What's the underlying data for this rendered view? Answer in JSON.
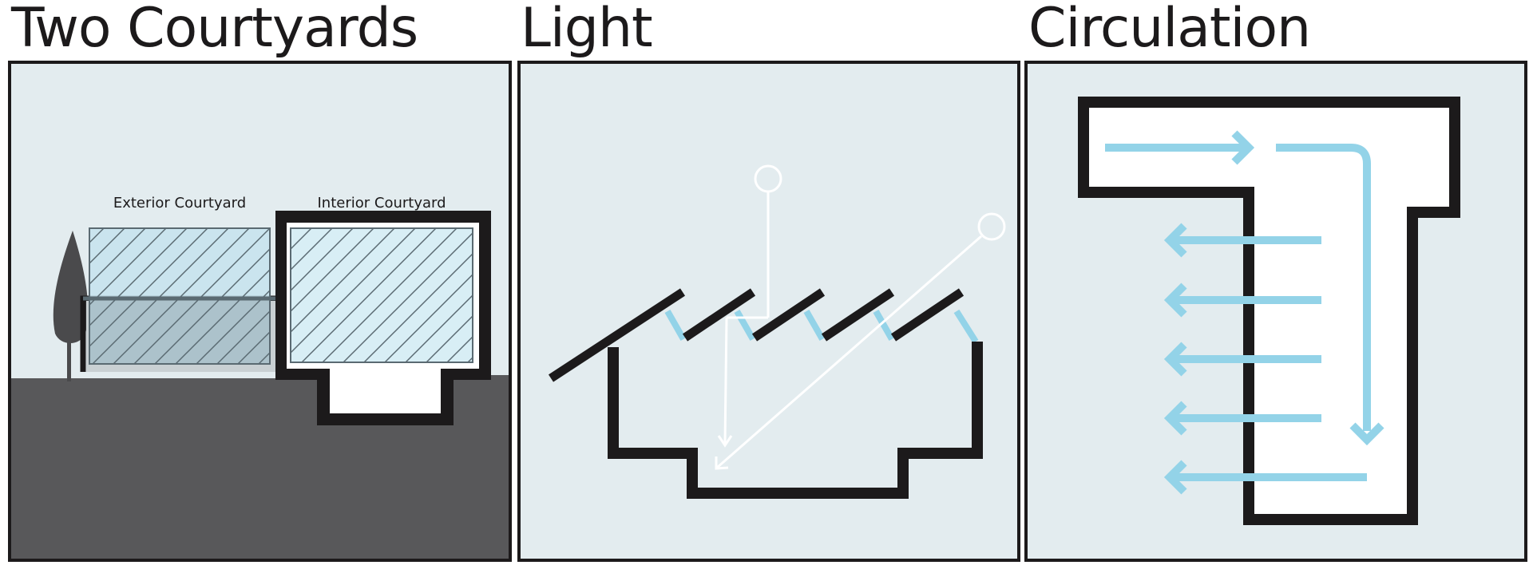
{
  "panels": [
    {
      "title": "Two Courtyards"
    },
    {
      "title": "Light"
    },
    {
      "title": "Circulation"
    }
  ],
  "labels": {
    "exterior_courtyard": "Exterior Courtyard",
    "interior_courtyard": "Interior Courtyard"
  },
  "colors": {
    "frame": "#1c1a1b",
    "panel_bg": "#e3ecef",
    "ground": "#58585a",
    "accent_blue": "#93d3e8",
    "tree": "#4a4a4c",
    "white": "#ffffff"
  },
  "icons": [
    "tree-icon",
    "sun-icon",
    "arrow-icon"
  ]
}
